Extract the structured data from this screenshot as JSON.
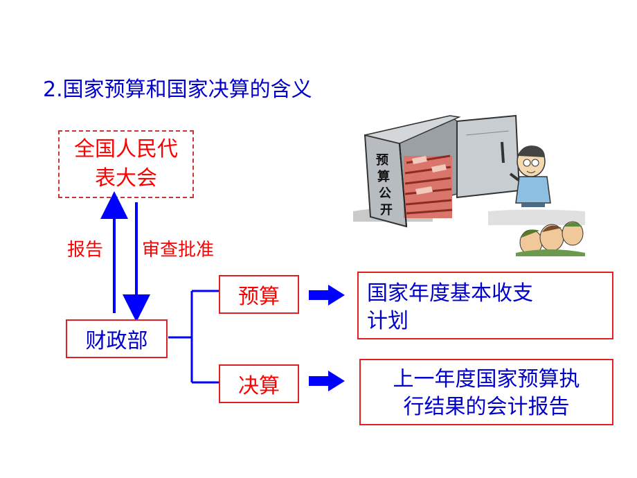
{
  "title": "2.国家预算和国家决算的含义",
  "npc": {
    "text": "全国人民代表大会"
  },
  "arrows": {
    "up_label": "报告",
    "down_label": "审查批准"
  },
  "ministry": {
    "label": "财政部"
  },
  "budget": {
    "term": "预算",
    "definition_line1": "国家年度基本收支",
    "definition_line2": "计划"
  },
  "final_accounts": {
    "term": "决算",
    "definition_line1": "上一年度国家预算执",
    "definition_line2": "行结果的会计报告"
  },
  "cartoon": {
    "safe_label": "预算公开"
  },
  "colors": {
    "title": "#0000cc",
    "red": "#ff0000",
    "line": "#0000ff",
    "box_border": "#e02020"
  }
}
